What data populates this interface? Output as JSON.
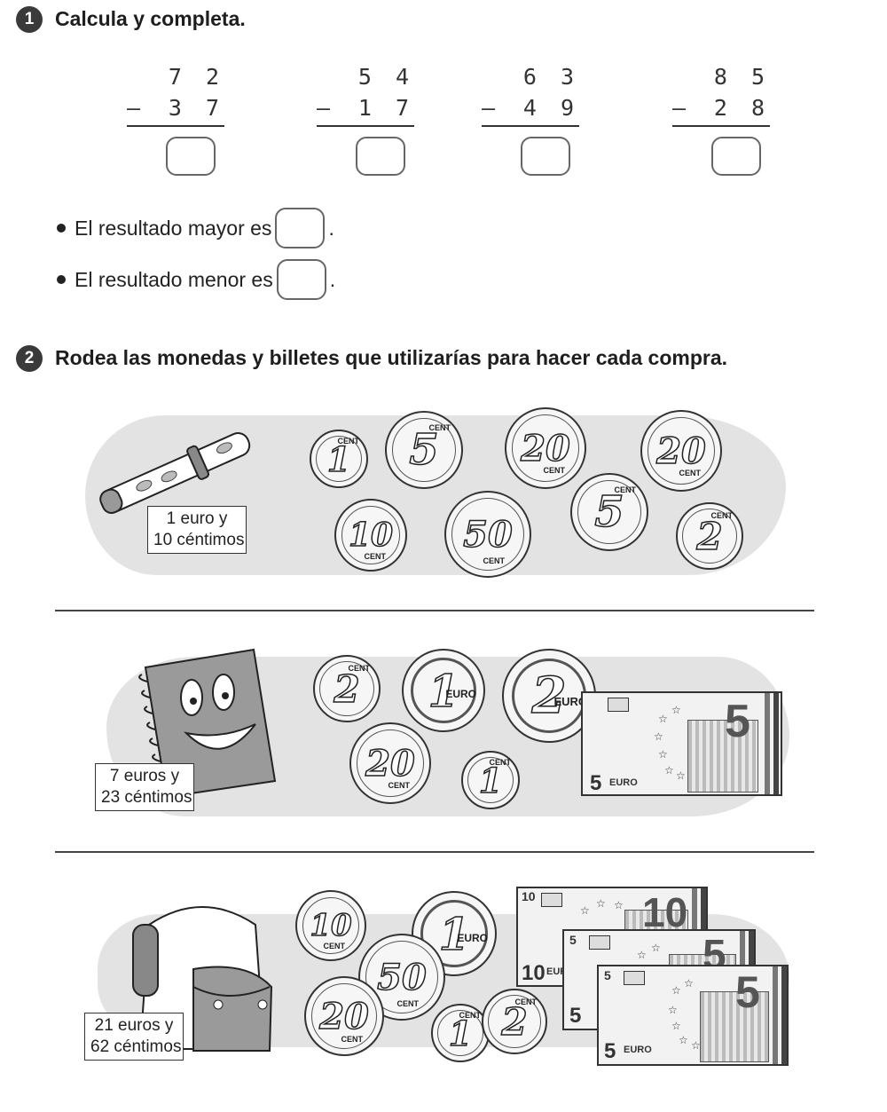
{
  "exercise1": {
    "number": "1",
    "title": "Calcula y completa.",
    "operations": [
      {
        "top": "7 2",
        "bottom": "3 7",
        "sign": "–"
      },
      {
        "top": "5 4",
        "bottom": "1 7",
        "sign": "–"
      },
      {
        "top": "6 3",
        "bottom": "4 9",
        "sign": "–"
      },
      {
        "top": "8 5",
        "bottom": "2 8",
        "sign": "–"
      }
    ],
    "statement_max": "El resultado mayor es",
    "statement_min": "El resultado menor es",
    "period": "."
  },
  "exercise2": {
    "number": "2",
    "title": "Rodea las monedas y billetes que utilizarías para hacer cada compra.",
    "purchases": [
      {
        "item": "pen",
        "price_line1": "1 euro y",
        "price_line2": "10 céntimos"
      },
      {
        "item": "notebook",
        "price_line1": "7 euros y",
        "price_line2": "23 céntimos"
      },
      {
        "item": "backpack",
        "price_line1": "21 euros y",
        "price_line2": "62 céntimos"
      }
    ],
    "coin_unit_cent": "CENT",
    "coin_unit_euro": "EURO",
    "bill_unit": "EURO",
    "coins_row1": [
      "1",
      "5",
      "20",
      "20",
      "10",
      "50",
      "5",
      "2"
    ],
    "coins_row2": [
      "2",
      "1",
      "2",
      "20",
      "1"
    ],
    "bills_row2": [
      "5"
    ],
    "coins_row3": [
      "10",
      "1",
      "50",
      "20",
      "1",
      "2"
    ],
    "bills_row3": [
      "10",
      "5",
      "5"
    ]
  }
}
